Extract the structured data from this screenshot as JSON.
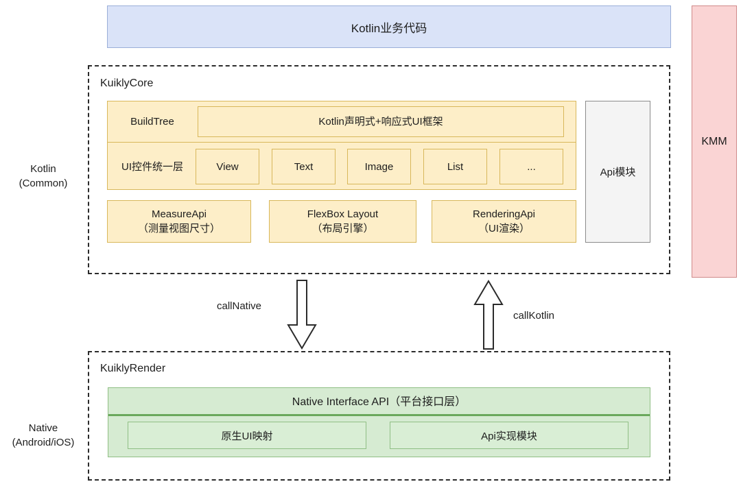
{
  "diagram": {
    "title_bar": {
      "label": "Kotlin业务代码"
    },
    "right_column": {
      "label": "KMM"
    },
    "side_labels": {
      "common": "Kotlin\n(Common)",
      "native": "Native\n(Android/iOS)"
    },
    "kuikly_core": {
      "title": "KuiklyCore",
      "build_row": {
        "label": "BuildTree",
        "framework_box": "Kotlin声明式+响应式UI框架"
      },
      "widget_row": {
        "label": "UI控件统一层",
        "widgets": [
          "View",
          "Text",
          "Image",
          "List",
          "..."
        ]
      },
      "engine_row": [
        {
          "name": "MeasureApi",
          "sub": "（测量视图尺寸）"
        },
        {
          "name": "FlexBox Layout",
          "sub": "（布局引擎）"
        },
        {
          "name": "RenderingApi",
          "sub": "（UI渲染）"
        }
      ],
      "api_module": {
        "label": "Api模块"
      }
    },
    "bridge": {
      "down_label": "callNative",
      "up_label": "callKotlin"
    },
    "kuikly_render": {
      "title": "KuiklyRender",
      "interface_api": "Native Interface API（平台接口层）",
      "modules": [
        "原生UI映射",
        "Api实现模块"
      ]
    },
    "colors": {
      "blue_fill": "#dae3f8",
      "blue_border": "#9aaed8",
      "pink_fill": "#fad4d4",
      "pink_border": "#d08a8a",
      "yellow_fill": "#fdeec8",
      "yellow_border": "#d8b75a",
      "green_fill": "#d6ebd2",
      "green_border": "#8fbe84",
      "gray_fill": "#f4f4f4",
      "gray_border": "#8a8a8a",
      "dash_border": "#2b2b2b"
    }
  }
}
